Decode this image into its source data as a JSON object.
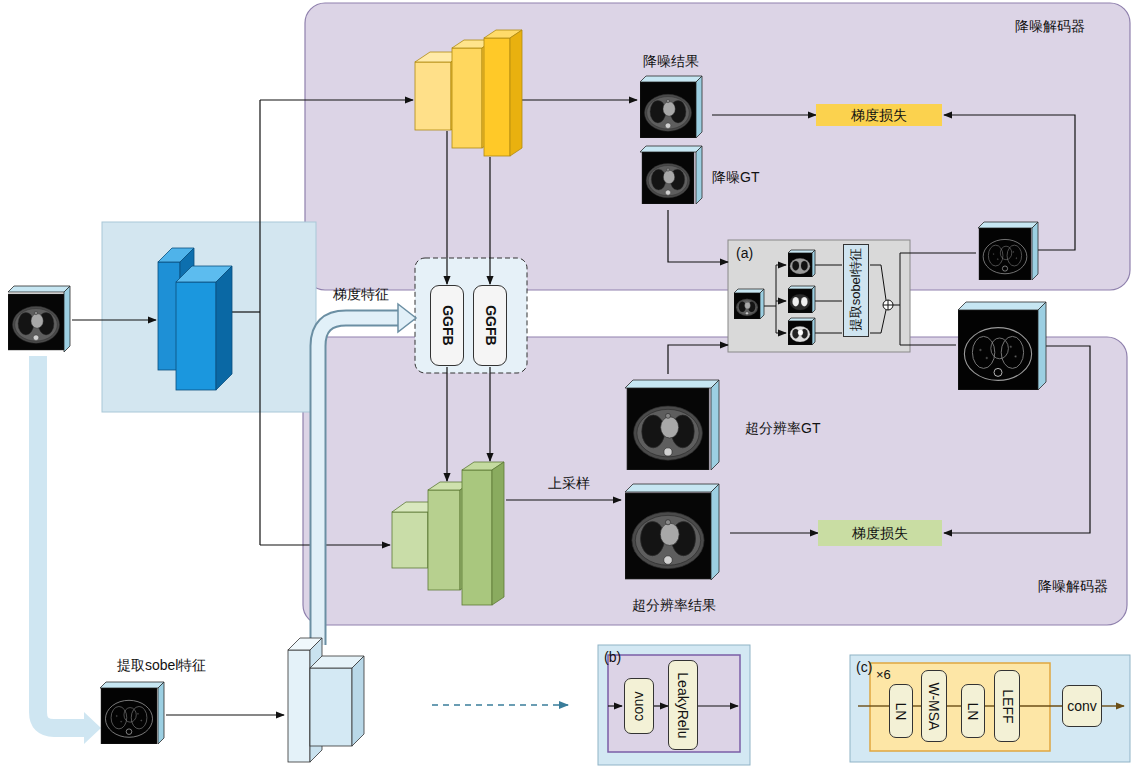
{
  "diagram": {
    "nodes": [
      {
        "text": [
          "降噪解码器"
        ]
      },
      {
        "text": [
          "降噪结果"
        ],
        "in": 0
      },
      {
        "text": [
          "降噪GT"
        ],
        "in": 0
      },
      {
        "text": [
          "梯度损失"
        ],
        "in": 0
      },
      {
        "text": [
          "GGFB"
        ]
      },
      {
        "text": [
          "GGFB"
        ]
      },
      {
        "text": [
          "(a)"
        ]
      },
      {
        "text": [
          "提取sobel特征"
        ],
        "in": 6
      },
      {
        "text": [
          "降噪解码器"
        ]
      },
      {
        "text": [
          "超分辨率GT"
        ],
        "in": 8
      },
      {
        "text": [
          "超分辨率结果"
        ],
        "in": 8
      },
      {
        "text": [
          "梯度损失"
        ],
        "in": 8
      },
      {
        "text": [
          "(b)"
        ]
      },
      {
        "text": [
          "conv"
        ],
        "in": 12
      },
      {
        "text": [
          "LeakyRelu"
        ],
        "in": 12
      },
      {
        "text": [
          "(c)"
        ]
      },
      {
        "text": [
          "×6"
        ],
        "in": 15
      },
      {
        "text": [
          "LN"
        ],
        "in": 16
      },
      {
        "text": [
          "W-MSA"
        ],
        "in": 16
      },
      {
        "text": [
          "LN"
        ],
        "in": 16
      },
      {
        "text": [
          "LEFF"
        ],
        "in": 16
      },
      {
        "text": [
          "conv"
        ],
        "in": 15
      }
    ],
    "edges": [
      {
        "from": 1,
        "to": 3,
        "arrow": "to"
      },
      {
        "from": 2,
        "to": 6,
        "arrow": "to"
      },
      {
        "from": 9,
        "to": 6,
        "arrow": "to"
      },
      {
        "from": 10,
        "to": 11,
        "arrow": "to"
      },
      {
        "from": 13,
        "to": 14,
        "arrow": "to"
      },
      {
        "from": 17,
        "to": 18,
        "arrow": "none"
      },
      {
        "from": 18,
        "to": 19,
        "arrow": "none"
      },
      {
        "from": 19,
        "to": 20,
        "arrow": "none"
      },
      {
        "from": 20,
        "to": 21,
        "arrow": "none"
      }
    ],
    "labels": [
      "梯度特征",
      "上采样",
      "提取sobel特征"
    ]
  }
}
